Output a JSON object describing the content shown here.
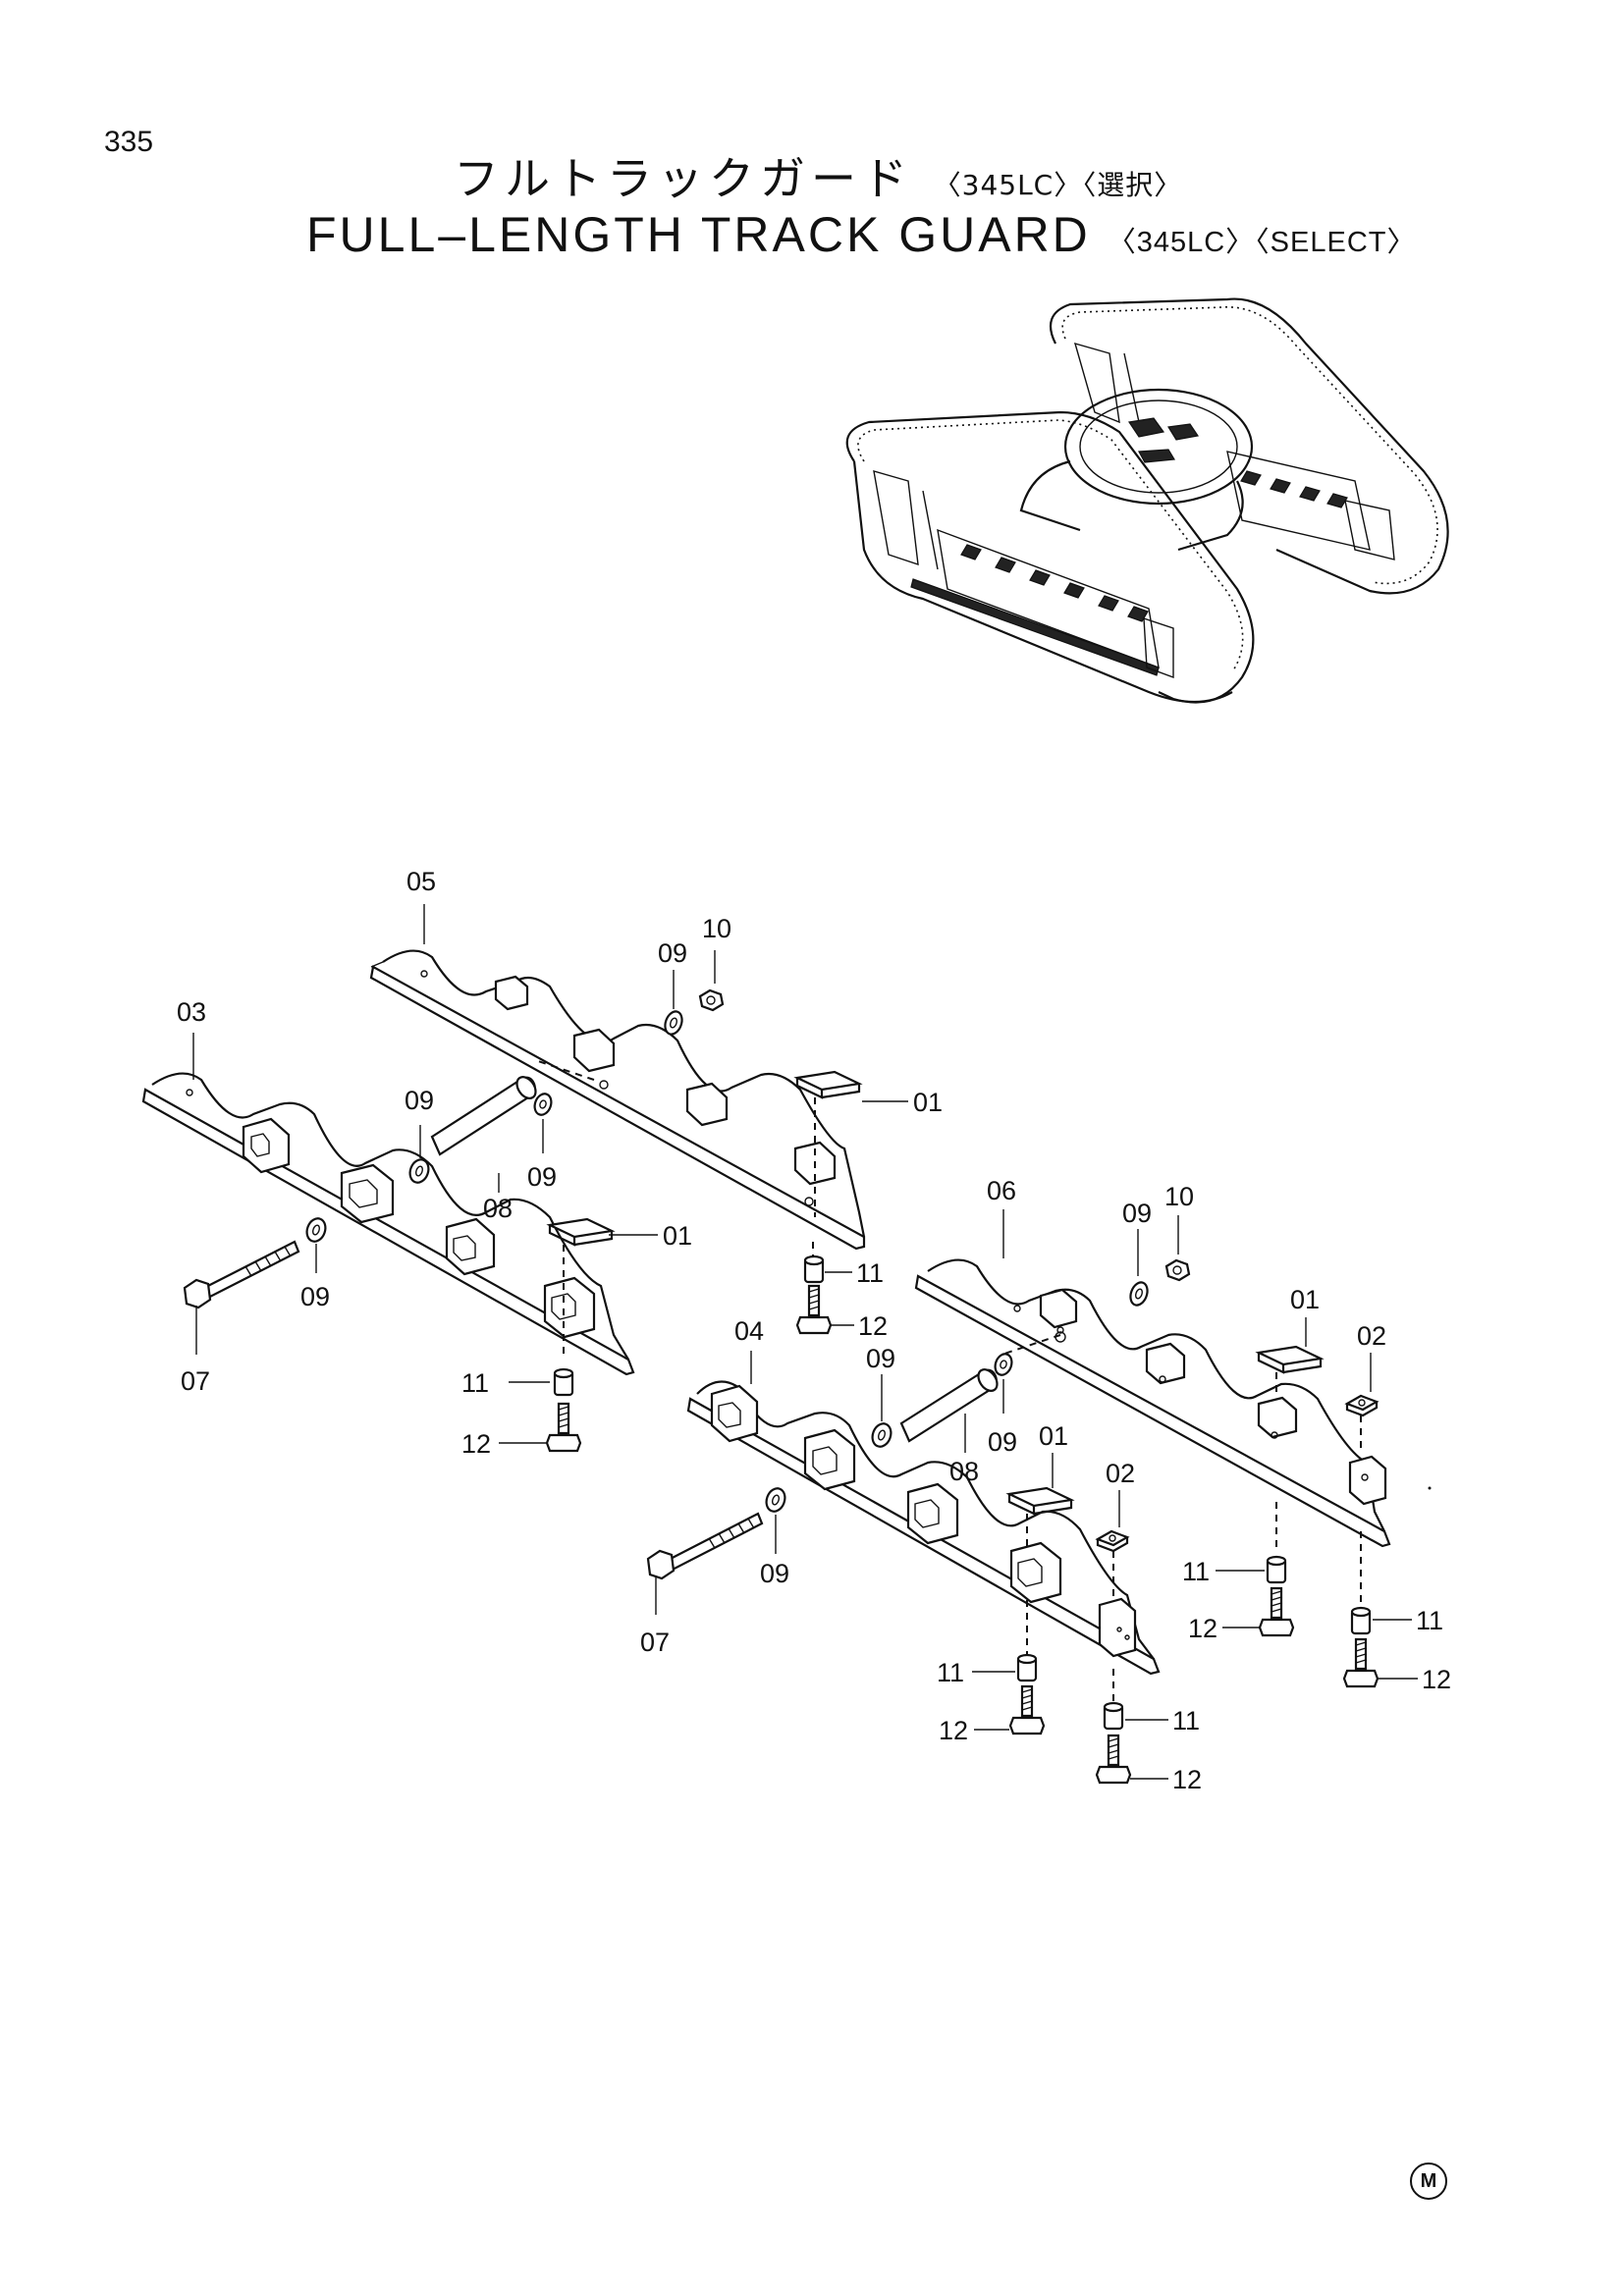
{
  "page": {
    "number": "335",
    "title_jp": "フルトラックガード",
    "title_jp_model": "〈345LC〉",
    "title_jp_select": "〈選択〉",
    "title_en": "FULL–LENGTH TRACK GUARD",
    "title_en_model": "〈345LC〉",
    "title_en_select": "〈SELECT〉",
    "corner_mark": "M"
  },
  "callouts": {
    "left": {
      "c05": "05",
      "c10": "10",
      "c09a": "09",
      "c03": "03",
      "c09b": "09",
      "c09c": "09",
      "c01a": "01",
      "c08": "08",
      "c01b": "01",
      "c11a": "11",
      "c12a": "12",
      "c09d": "09",
      "c07": "07",
      "c11b": "11",
      "c12b": "12"
    },
    "right": {
      "c06": "06",
      "c09a": "09",
      "c10": "10",
      "c01a": "01",
      "c02a": "02",
      "c04": "04",
      "c09b": "09",
      "c09c": "09",
      "c08": "08",
      "c01b": "01",
      "c02b": "02",
      "c09d": "09",
      "c07": "07",
      "c11a": "11",
      "c12a": "12",
      "c11b": "11",
      "c12b": "12",
      "c11c": "11",
      "c12c": "12",
      "c11d": "11",
      "c12d": "12"
    }
  }
}
